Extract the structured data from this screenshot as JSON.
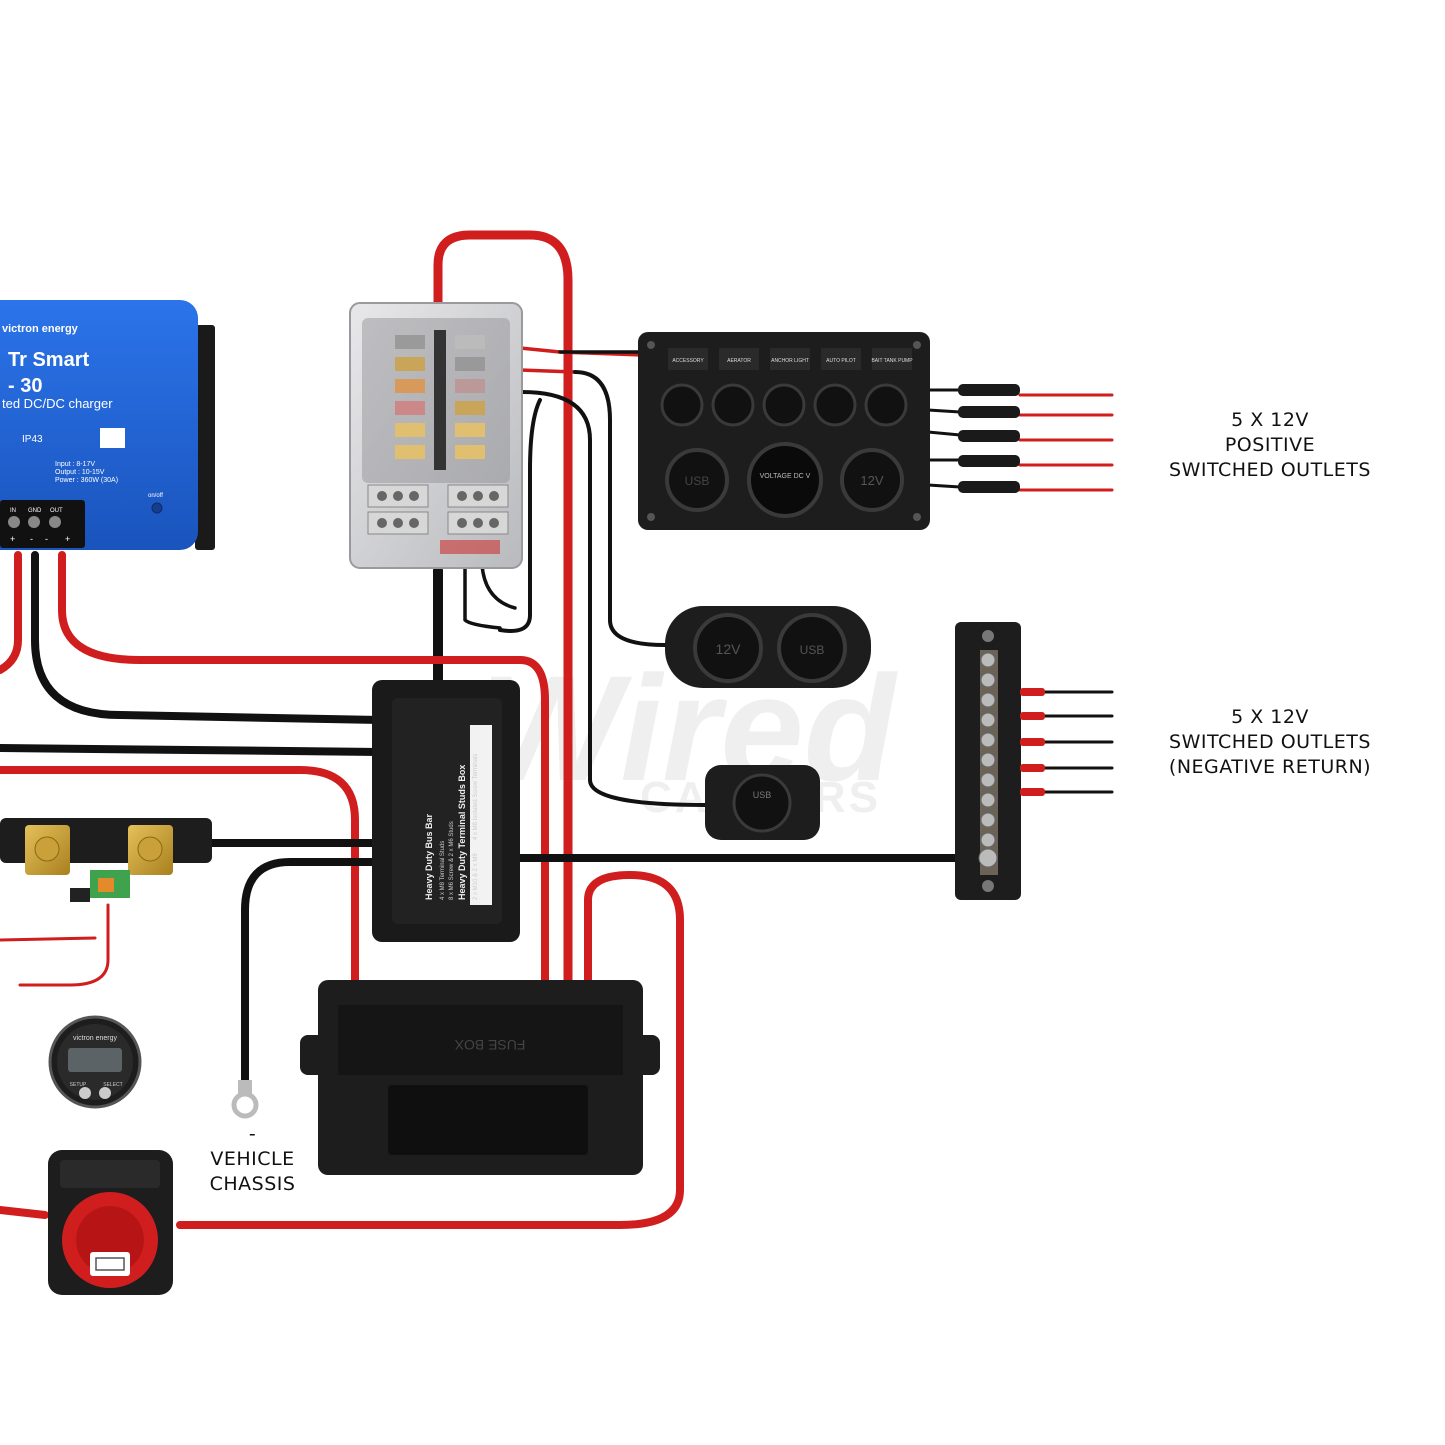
{
  "colors": {
    "wire_red": "#d01e1e",
    "wire_black": "#111111",
    "charger_blue": "#1f63d6",
    "device_black": "#1d1d1d",
    "watermark": "#e6e6e6"
  },
  "charger": {
    "brand": "victron energy",
    "model_line1": "Tr Smart",
    "model_line2": "- 30",
    "model_line3": "ted DC/DC charger",
    "rating_ip": "IP43",
    "specs": [
      "Input : 8-17V",
      "Output : 10-15V",
      "Power : 360W (30A)"
    ],
    "terminals": [
      "IN",
      "GND",
      "OUT"
    ],
    "polarity": [
      "+",
      "-",
      "-",
      "+"
    ],
    "onoff": "on/off"
  },
  "switch_panel": {
    "switches": [
      "ACCESSORY",
      "AERATOR",
      "ANCHOR LIGHT",
      "AUTO PILOT",
      "BAIT TANK PUMP"
    ],
    "sockets": [
      "USB",
      "VOLTAGE DC V",
      "12V"
    ]
  },
  "socket_plate": {
    "sockets": [
      "12V",
      "USB"
    ]
  },
  "usb_panel": {
    "text": "USB"
  },
  "bus_bar_box": {
    "title1": "Heavy Duty Bus Bar",
    "title2": "Heavy Duty Terminal Studs Box",
    "lines": [
      "4 x M8 Terminal Studs",
      "8 x M6 Screw & 2 x M6 Studs",
      "2 x M10 & 2 x M8",
      "4 x M8 Isolated Screw Terminals"
    ]
  },
  "fuse_box": {
    "text": "FUSE BOX"
  },
  "monitor": {
    "brand": "victron energy",
    "buttons": [
      "SETUP",
      "SELECT"
    ]
  },
  "labels": {
    "positive_outlets": [
      "5 X 12V",
      "POSITIVE",
      "SWITCHED OUTLETS"
    ],
    "negative_outlets": [
      "5 X 12V",
      "SWITCHED OUTLETS",
      "(NEGATIVE RETURN)"
    ],
    "chassis": [
      "-",
      "VEHICLE",
      "CHASSIS"
    ]
  },
  "watermark": {
    "line1": "Wired",
    "line2": "CAMPERS"
  }
}
